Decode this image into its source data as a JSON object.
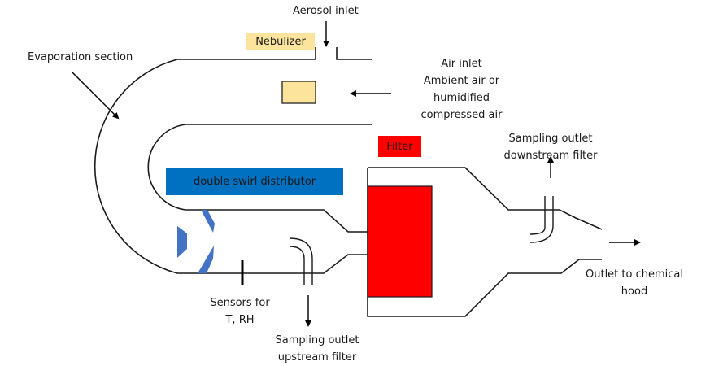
{
  "diagram": {
    "labels": {
      "aerosol_inlet": "Aerosol inlet",
      "nebulizer": "Nebulizer",
      "evaporation_section": "Evaporation section",
      "air_inlet_lines": [
        "Air inlet",
        "Ambient air or",
        "humidified",
        "compressed air"
      ],
      "filter": "Filter",
      "distributor": "double swirl distributor",
      "sampling_downstream_lines": [
        "Sampling outlet",
        "downstream filter"
      ],
      "sampling_upstream_lines": [
        "Sampling outlet",
        "upstream filter"
      ],
      "sensors_lines": [
        "Sensors for",
        "T, RH"
      ],
      "outlet_lines": [
        "Outlet to chemical",
        "hood"
      ]
    },
    "colors": {
      "nebulizer": "#fde49c",
      "filter": "#ff0000",
      "distributor": "#0070c0",
      "swirl_vanes": "#4472c4",
      "line": "#1a1a1a"
    }
  }
}
